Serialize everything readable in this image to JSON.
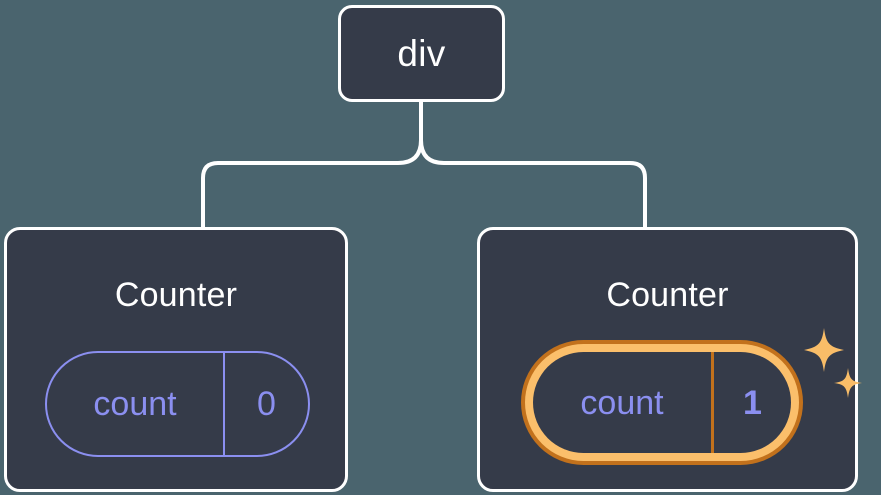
{
  "diagram": {
    "type": "component-tree",
    "background_color": "#4a646e",
    "node_fill_color": "#353b49",
    "node_border_color": "#ffffff",
    "connector_color": "#ffffff",
    "state_color": "#8b8ff0",
    "highlight_outer_color": "#c2711c",
    "highlight_inner_color": "#fbbf6b",
    "sparkle_color": "#f9bd68"
  },
  "root": {
    "label": "div"
  },
  "children": [
    {
      "title": "Counter",
      "state": {
        "key": "count",
        "value": "0"
      },
      "highlighted": false
    },
    {
      "title": "Counter",
      "state": {
        "key": "count",
        "value": "1"
      },
      "highlighted": true,
      "sparkle_icons": [
        "sparkle-large",
        "sparkle-small"
      ]
    }
  ]
}
